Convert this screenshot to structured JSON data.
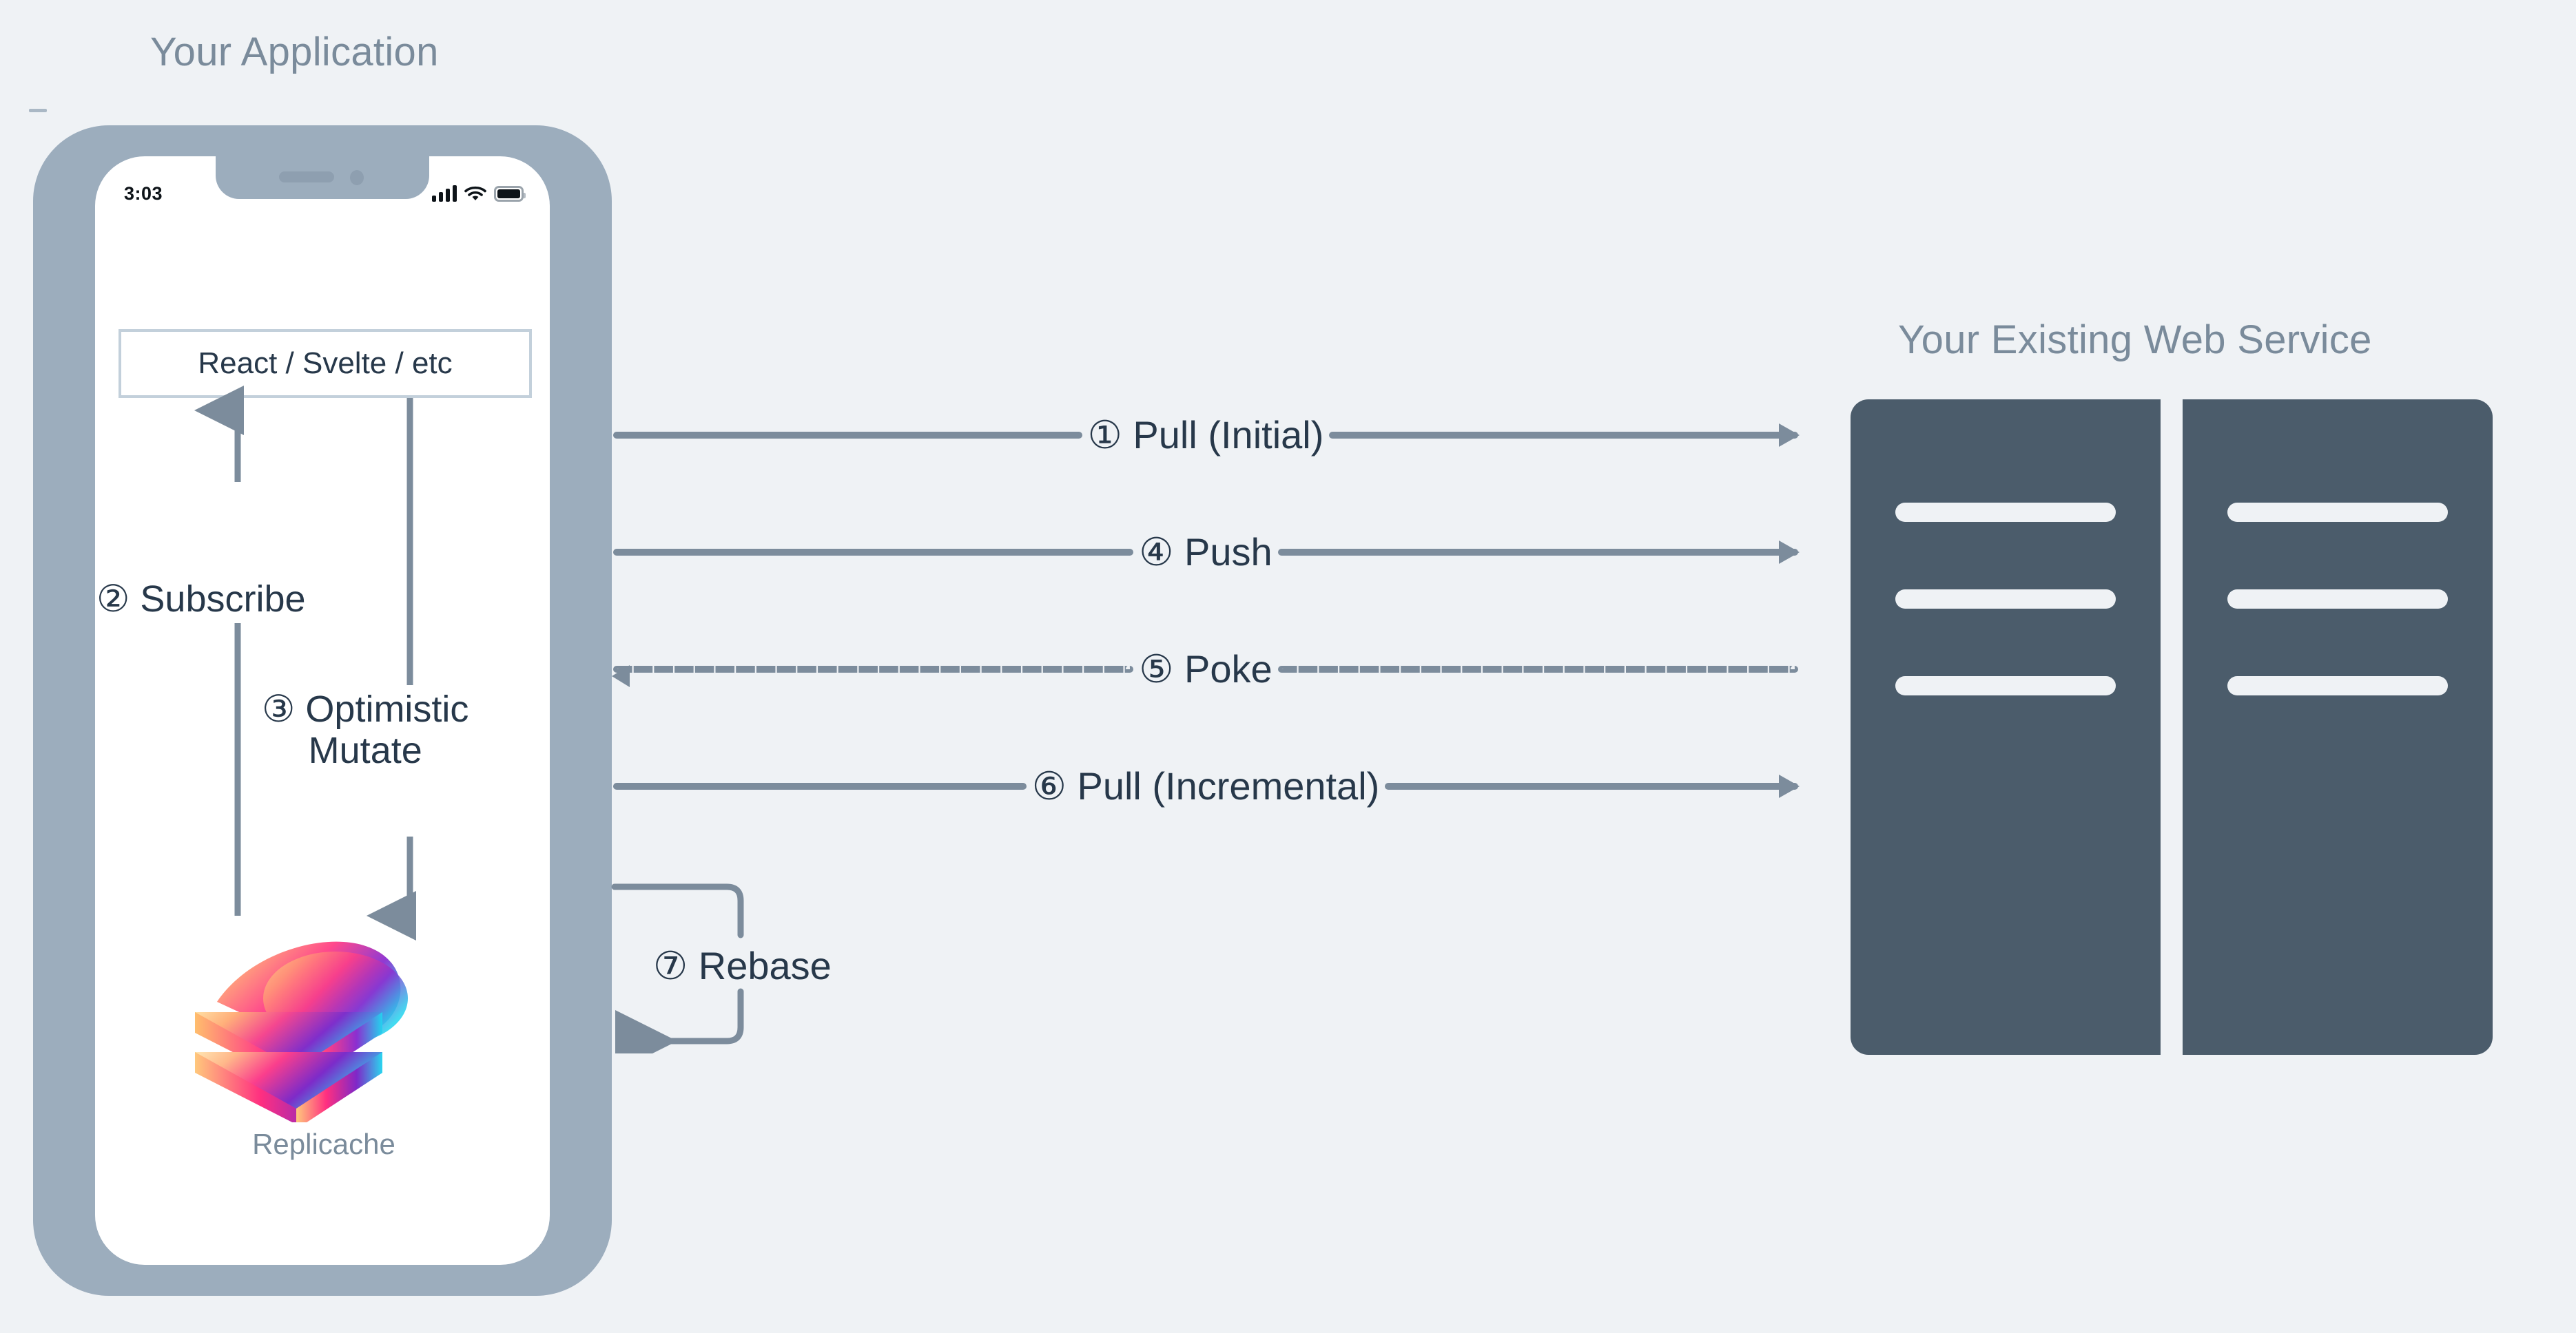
{
  "diagram": {
    "background_color": "#eff2f5",
    "accent_line_color": "#7c8c9c",
    "text_color": "#27384a",
    "muted_title_color": "#7a8b9b",
    "server_color": "#4b5c6b",
    "phone_frame_color": "#9cadbd"
  },
  "app_panel": {
    "title": "Your Application",
    "framework_box_label": "React / Svelte / etc",
    "phone": {
      "status_time": "3:03",
      "status_icons": [
        "cellular-signal-icon",
        "wifi-icon",
        "battery-icon"
      ]
    },
    "steps": [
      {
        "number": "②",
        "label": "② Subscribe"
      },
      {
        "number": "③",
        "label": "③ Optimistic\nMutate"
      }
    ],
    "local_store": {
      "name": "Replicache",
      "icon": "replicache-layers-logo"
    }
  },
  "service_panel": {
    "title": "Your Existing Web Service",
    "racks": [
      {
        "name": "server-rack-left",
        "bars": 3
      },
      {
        "name": "server-rack-right",
        "bars": 3
      }
    ]
  },
  "flows": [
    {
      "id": "pull-initial",
      "number": "①",
      "label": "① Pull (Initial)",
      "direction": "right",
      "style": "solid"
    },
    {
      "id": "push",
      "number": "④",
      "label": "④ Push",
      "direction": "right",
      "style": "solid"
    },
    {
      "id": "poke",
      "number": "⑤",
      "label": "⑤ Poke",
      "direction": "left",
      "style": "dashed"
    },
    {
      "id": "pull-incremental",
      "number": "⑥",
      "label": "⑥ Pull (Incremental)",
      "direction": "right",
      "style": "solid"
    },
    {
      "id": "rebase",
      "number": "⑦",
      "label": "⑦ Rebase",
      "direction": "loop-left",
      "style": "solid"
    }
  ]
}
